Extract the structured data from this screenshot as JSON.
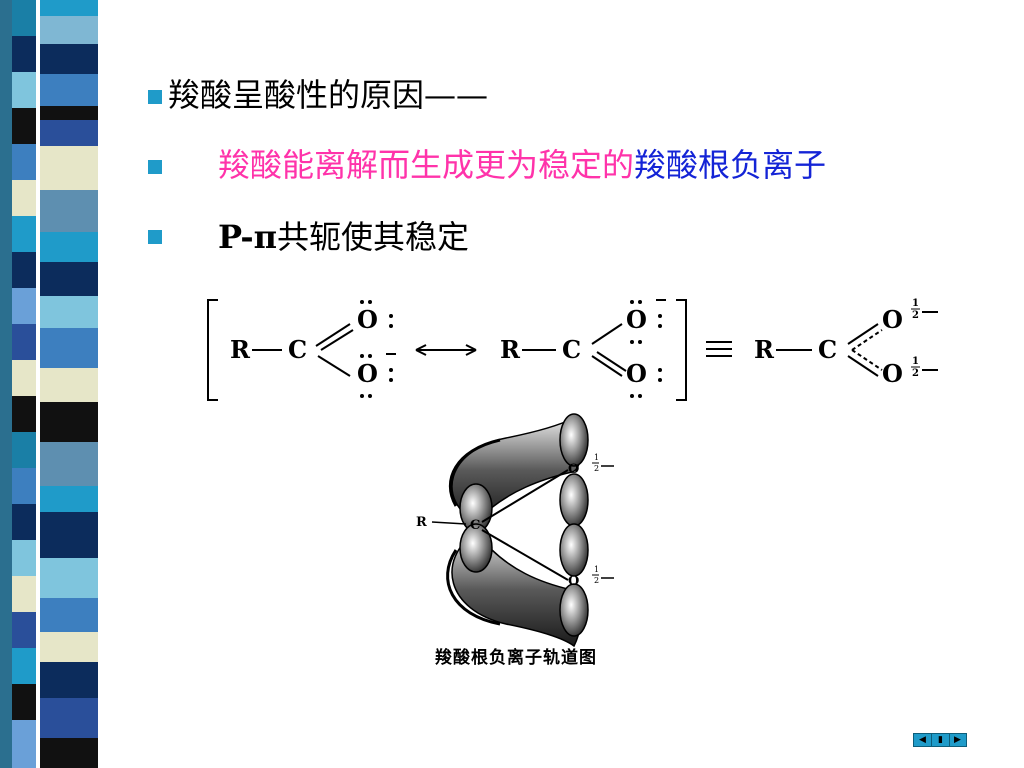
{
  "slide": {
    "line1_text": "羧酸呈酸性的原因——",
    "line2_pink": "羧酸能离解而生成更为稳定的",
    "line2_blue": "羧酸根负离子",
    "line3_bold": "P-π",
    "line3_rest": "共轭使其稳定"
  },
  "chemistry": {
    "R": "R",
    "C": "C",
    "O": "O",
    "arrow": "⟷",
    "equiv": "≡",
    "half": "1/2"
  },
  "orbital": {
    "caption": "羧酸根负离子轨道图",
    "R": "R",
    "C": "C",
    "O": "O"
  },
  "nav": {
    "prev": "◀",
    "mid": "▮",
    "next": "▶"
  },
  "colors": {
    "bullet": "#1f9bc9",
    "pink_text": "#ff33aa",
    "blue_text": "#1424d6"
  }
}
